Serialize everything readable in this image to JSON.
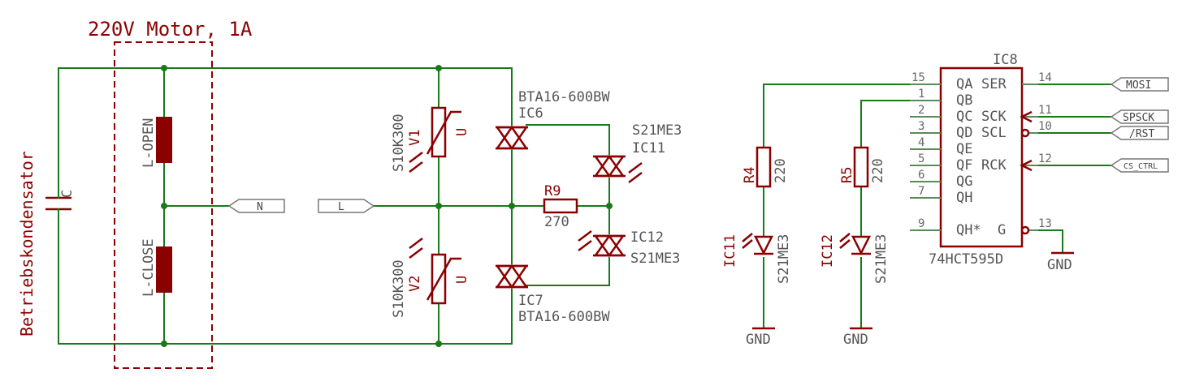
{
  "title": "220V Motor, 1A",
  "side_label": "Betriebskondensator",
  "capacitor": {
    "name": "C"
  },
  "coil_open": {
    "name": "L-OPEN"
  },
  "coil_close": {
    "name": "L-CLOSE"
  },
  "net_n": "N",
  "net_l": "L",
  "v1": {
    "name": "V1",
    "value": "S10K300"
  },
  "v2": {
    "name": "V2",
    "value": "S10K300"
  },
  "ic6": {
    "name": "IC6",
    "value": "BTA16-600BW"
  },
  "ic7": {
    "name": "IC7",
    "value": "BTA16-600BW"
  },
  "ic11_top": {
    "name": "IC11",
    "value": "S21ME3"
  },
  "ic12_top": {
    "name": "IC12",
    "value": "S21ME3"
  },
  "r9": {
    "name": "R9",
    "value": "270"
  },
  "r4": {
    "name": "R4",
    "value": "220"
  },
  "r5": {
    "name": "R5",
    "value": "220"
  },
  "led_ic11": {
    "name": "IC11",
    "value": "S21ME3"
  },
  "led_ic12": {
    "name": "IC12",
    "value": "S21ME3"
  },
  "gnd": "GND",
  "ic8": {
    "name": "IC8",
    "value": "74HCT595D",
    "left_pins": [
      {
        "num": "15",
        "label": "QA"
      },
      {
        "num": "1",
        "label": "QB"
      },
      {
        "num": "2",
        "label": "QC"
      },
      {
        "num": "3",
        "label": "QD"
      },
      {
        "num": "4",
        "label": "QE"
      },
      {
        "num": "5",
        "label": "QF"
      },
      {
        "num": "6",
        "label": "QG"
      },
      {
        "num": "7",
        "label": "QH"
      },
      {
        "num": "9",
        "label": "QH*"
      }
    ],
    "right_pins": [
      {
        "num": "14",
        "label": "SER"
      },
      {
        "num": "11",
        "label": "SCK"
      },
      {
        "num": "10",
        "label": "SCL"
      },
      {
        "num": "12",
        "label": "RCK"
      },
      {
        "num": "13",
        "label": "G"
      }
    ]
  },
  "flags": {
    "mosi": "MOSI",
    "spsck": "SPSCK",
    "rst": "/RST",
    "cs": "CS_CTRL"
  },
  "colors": {
    "wire": "#1a7a1a",
    "component": "#8b0000",
    "label_value": "#555555"
  }
}
